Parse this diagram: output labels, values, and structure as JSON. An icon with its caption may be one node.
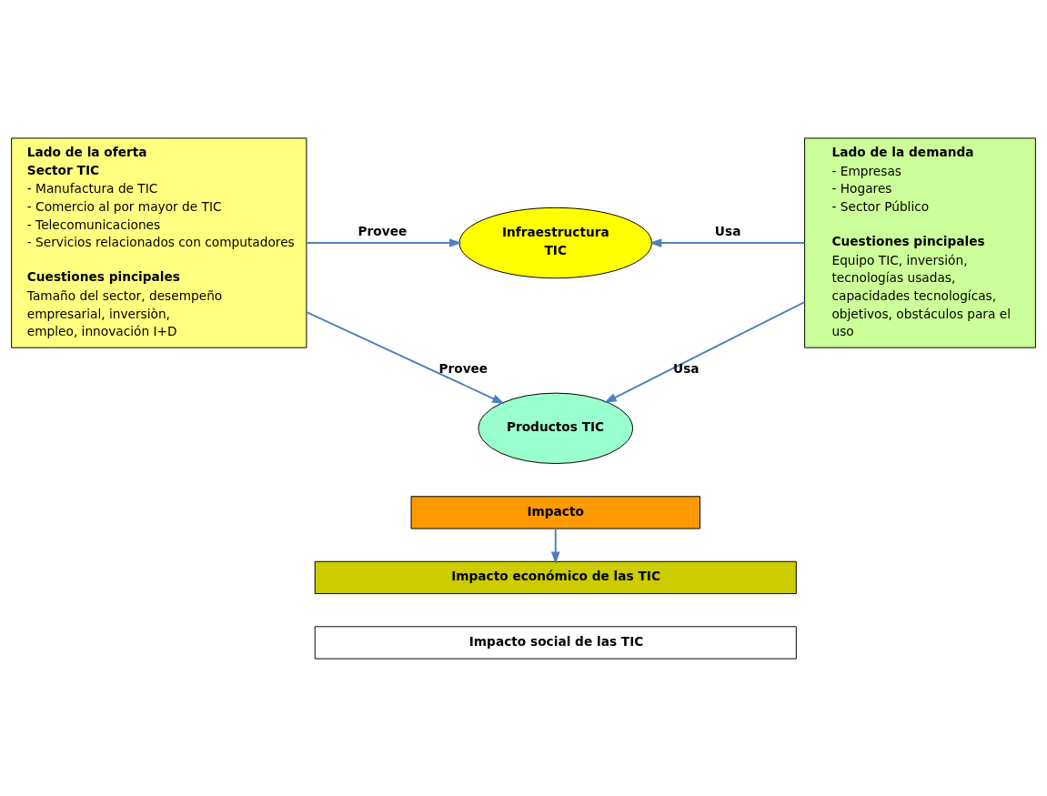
{
  "diagram": {
    "nodes": [
      {
        "text": [
          "Lado de la oferta",
          "Sector TIC",
          "- Manufactura de TIC",
          "- Comercio al por mayor de TIC",
          "- Telecomunicaciones",
          "- Servicios relacionados con computadores",
          "Cuestiones pincipales",
          "Tamaño del sector, desempeño empresarial, inversiòn, empleo, innovación I+D"
        ]
      },
      {
        "text": [
          "Infraestructura TIC"
        ]
      },
      {
        "text": [
          "Productos TIC"
        ]
      },
      {
        "text": [
          "Lado de la demanda",
          "- Empresas",
          "- Hogares",
          "- Sector Público",
          "Cuestiones pincipales",
          "Equipo TIC, inversión, tecnologías usadas, capacidades tecnologícas, objetivos, obstáculos para el uso"
        ]
      },
      {
        "text": [
          "Impacto"
        ]
      },
      {
        "text": [
          "Impacto económico de las TIC"
        ]
      },
      {
        "text": [
          "Impacto social de las TIC"
        ]
      }
    ],
    "edges": [
      {
        "from": 0,
        "to": 1,
        "arrow": "to",
        "label": "Provee"
      },
      {
        "from": 3,
        "to": 1,
        "arrow": "to",
        "label": "Usa"
      },
      {
        "from": 0,
        "to": 2,
        "arrow": "to",
        "label": "Provee"
      },
      {
        "from": 3,
        "to": 2,
        "arrow": "to",
        "label": "Usa"
      },
      {
        "from": 4,
        "to": 5,
        "arrow": "to"
      }
    ]
  }
}
